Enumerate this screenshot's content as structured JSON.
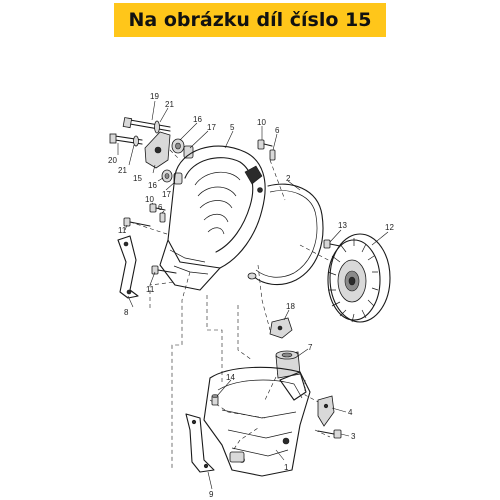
{
  "banner": {
    "text": "Na obrázku díl číslo 15",
    "background": "#ffc61a",
    "text_color": "#111111"
  },
  "callouts": [
    {
      "id": "c19",
      "number": "19"
    },
    {
      "id": "c21a",
      "number": "21"
    },
    {
      "id": "c16a",
      "number": "16"
    },
    {
      "id": "c17a",
      "number": "17"
    },
    {
      "id": "c5",
      "number": "5"
    },
    {
      "id": "c10a",
      "number": "10"
    },
    {
      "id": "c6a",
      "number": "6"
    },
    {
      "id": "c20",
      "number": "20"
    },
    {
      "id": "c21b",
      "number": "21"
    },
    {
      "id": "c15",
      "number": "15"
    },
    {
      "id": "c16b",
      "number": "16"
    },
    {
      "id": "c17b",
      "number": "17"
    },
    {
      "id": "c2",
      "number": "2"
    },
    {
      "id": "c10b",
      "number": "10"
    },
    {
      "id": "c6b",
      "number": "6"
    },
    {
      "id": "c11a",
      "number": "11"
    },
    {
      "id": "c13",
      "number": "13"
    },
    {
      "id": "c12",
      "number": "12"
    },
    {
      "id": "c11b",
      "number": "11"
    },
    {
      "id": "c8",
      "number": "8"
    },
    {
      "id": "c18",
      "number": "18"
    },
    {
      "id": "c7",
      "number": "7"
    },
    {
      "id": "c14",
      "number": "14"
    },
    {
      "id": "c4",
      "number": "4"
    },
    {
      "id": "c3",
      "number": "3"
    },
    {
      "id": "c1",
      "number": "1"
    },
    {
      "id": "c9",
      "number": "9"
    }
  ]
}
